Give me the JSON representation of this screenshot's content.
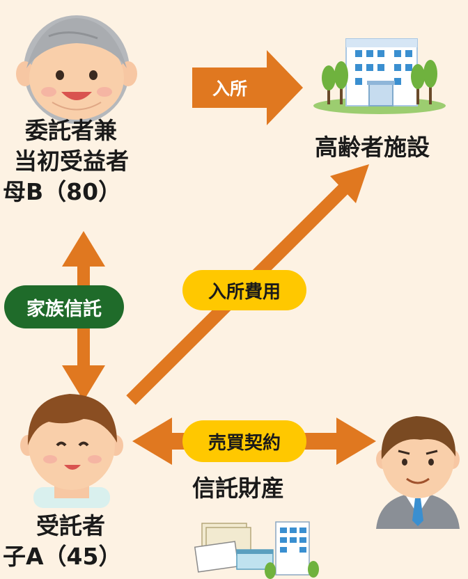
{
  "labels": {
    "mother_line1": "委託者兼",
    "mother_line2": "当初受益者",
    "mother_line3": "母B（80）",
    "son_line1": "受託者",
    "son_line2": "子A（45）",
    "facility": "高齢者施設",
    "trust_property": "信託財産"
  },
  "badges": {
    "family_trust": "家族信託",
    "admission_fee": "入所費用",
    "sales_contract": "売買契約",
    "admission": "入所"
  },
  "colors": {
    "background": "#fdf2e3",
    "arrow": "#e07820",
    "family_trust_bg": "#1f6b2a",
    "yellow_badge": "#ffc800"
  }
}
